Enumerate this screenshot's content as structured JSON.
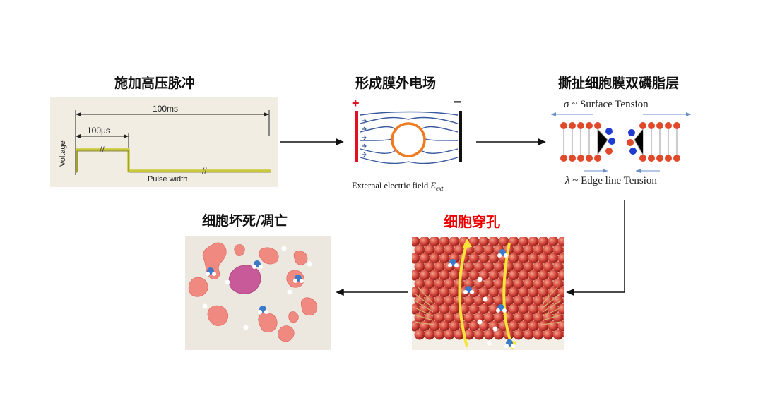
{
  "steps": {
    "pulse": {
      "title": "施加高压脉冲",
      "period_label": "100ms",
      "width_label": "100μs",
      "y_axis_label": "Voltage",
      "x_label": "Pulse width"
    },
    "field": {
      "title": "形成膜外电场",
      "plus_sign": "+",
      "minus_sign": "−",
      "caption": "External electric field ",
      "caption_symbol": "E",
      "caption_sub": "ext"
    },
    "tension": {
      "title": "撕扯细胞膜双磷脂层",
      "top_symbol": "σ",
      "top_label": " ~ Surface Tension",
      "bottom_symbol": "λ",
      "bottom_label": " ~ Edge line Tension"
    },
    "pore": {
      "title": "细胞穿孔"
    },
    "death": {
      "title": "细胞坏死/凋亡"
    }
  },
  "colors": {
    "pulse_line": "#c8c838",
    "pulse_bg": "#f1ede3",
    "plus_plate": "#e01020",
    "minus_plate": "#111111",
    "field_lines": "#3a5aa0",
    "cell_ring": "#f07a20",
    "highlight_title": "#ee0000",
    "arrow": "#111111",
    "membrane_red": "#d4443a",
    "blob_pink": "#f08a80",
    "blob_magenta": "#c85a9a"
  }
}
